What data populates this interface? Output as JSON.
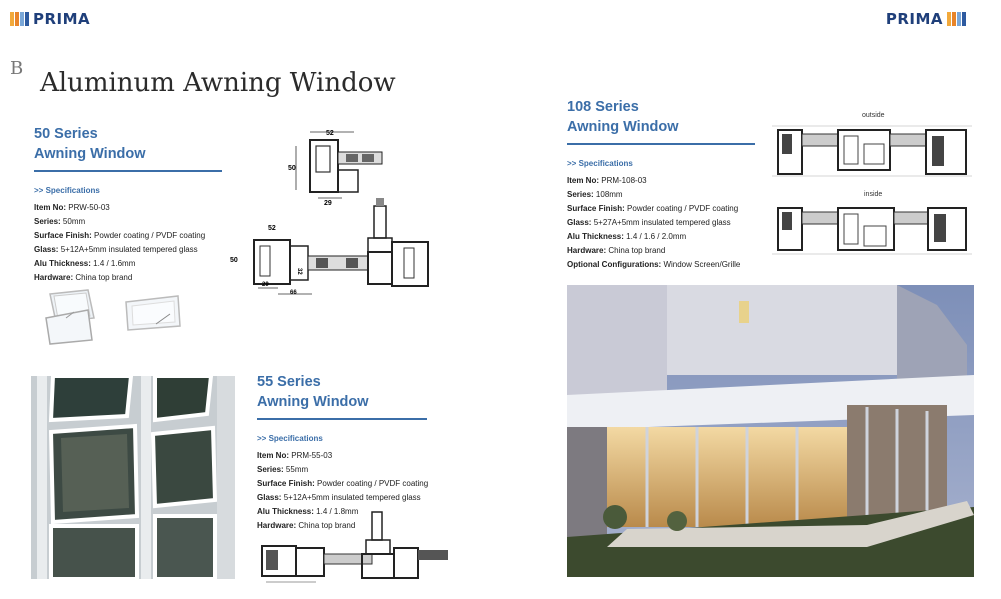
{
  "header": {
    "logo_text": "PRIMA",
    "logo_colors": [
      "#f2a93b",
      "#e8842a",
      "#7aa7d8",
      "#2d5aa0"
    ]
  },
  "page": {
    "letter": "B",
    "title": "Aluminum Awning Window"
  },
  "series_50": {
    "title_line1": "50 Series",
    "title_line2": "Awning Window",
    "spec_heading": ">> Specifications",
    "specs": [
      {
        "label": "Item No:",
        "value": "PRW-50-03"
      },
      {
        "label": "Series:",
        "value": "50mm"
      },
      {
        "label": "Surface Finish:",
        "value": "Powder coating / PVDF coating"
      },
      {
        "label": "Glass:",
        "value": "5+12A+5mm insulated tempered glass"
      },
      {
        "label": "Alu Thickness:",
        "value": "1.4 / 1.6mm"
      },
      {
        "label": "Hardware:",
        "value": "China top brand"
      }
    ],
    "dims": {
      "d52_top": "52",
      "d50": "50",
      "d29": "29",
      "d52_b": "52",
      "d50_b": "50",
      "d32": "32",
      "d29_b": "29",
      "d66": "66"
    }
  },
  "series_108": {
    "title_line1": "108 Series",
    "title_line2": "Awning Window",
    "spec_heading": ">> Specifications",
    "specs": [
      {
        "label": "Item No:",
        "value": "PRM-108-03"
      },
      {
        "label": "Series:",
        "value": "108mm"
      },
      {
        "label": "Surface Finish:",
        "value": "Powder coating / PVDF coating"
      },
      {
        "label": "Glass:",
        "value": "5+27A+5mm insulated tempered glass"
      },
      {
        "label": "Alu Thickness:",
        "value": "1.4 / 1.6 / 2.0mm"
      },
      {
        "label": "Hardware:",
        "value": "China top brand"
      },
      {
        "label": "Optional Configurations:",
        "value": "Window Screen/Grille"
      }
    ],
    "label_outside": "outside",
    "label_inside": "inside"
  },
  "series_55": {
    "title_line1": "55 Series",
    "title_line2": "Awning Window",
    "spec_heading": ">> Specifications",
    "specs": [
      {
        "label": "Item No:",
        "value": "PRM-55-03"
      },
      {
        "label": "Series:",
        "value": "55mm"
      },
      {
        "label": "Surface Finish:",
        "value": "Powder coating / PVDF coating"
      },
      {
        "label": "Glass:",
        "value": "5+12A+5mm insulated tempered glass"
      },
      {
        "label": "Alu Thickness:",
        "value": "1.4 / 1.8mm"
      },
      {
        "label": "Hardware:",
        "value": "China top brand"
      }
    ]
  },
  "colors": {
    "accent_blue": "#3b6ea8",
    "title_dark": "#2b2b2b"
  }
}
